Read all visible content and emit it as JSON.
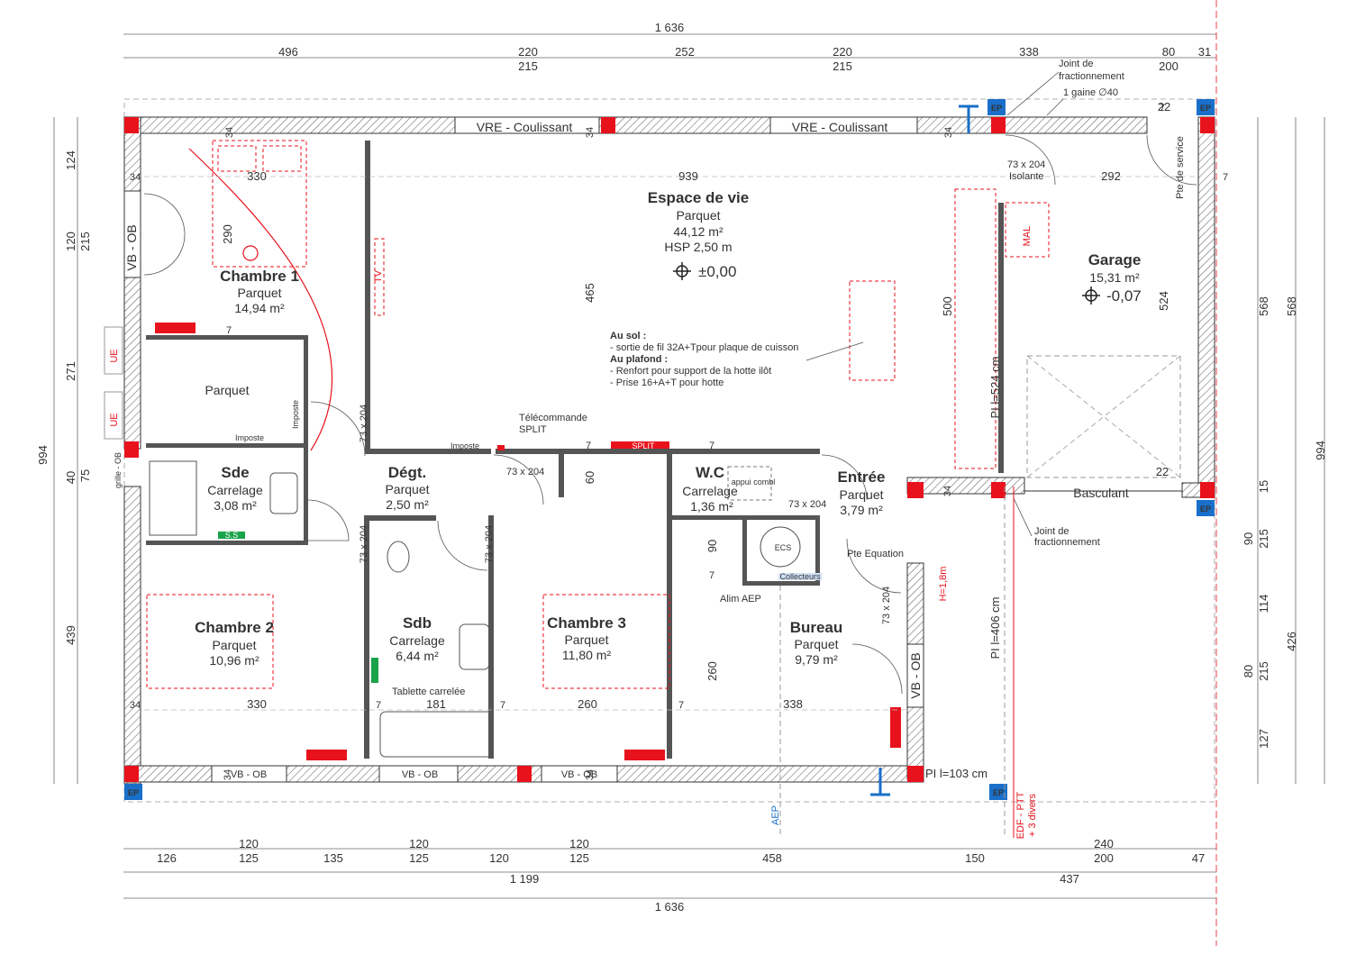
{
  "dimensions": {
    "top_total": "1 636",
    "top_row": [
      "496",
      "220",
      "252",
      "220",
      "338",
      "80",
      "31"
    ],
    "top_row2": [
      "215",
      "215",
      "200"
    ],
    "bottom_row1": [
      "120",
      "120",
      "120",
      "240"
    ],
    "bottom_row2": [
      "126",
      "125",
      "135",
      "125",
      "120",
      "125",
      "458",
      "150",
      "200",
      "47"
    ],
    "bottom_sub": [
      "1 199",
      "437"
    ],
    "bottom_total": "1 636",
    "left_outer": "994",
    "left_col": [
      "124",
      "120",
      "271",
      "40",
      "439"
    ],
    "left_col2": [
      "215",
      "75"
    ],
    "right_outer": "994",
    "right_col": [
      "568",
      "426"
    ],
    "right_col2": [
      "568",
      "15",
      "90",
      "114",
      "80",
      "127"
    ],
    "right_col3": [
      "215",
      "215"
    ],
    "interior": [
      "939",
      "292",
      "330",
      "465",
      "500",
      "524",
      "181",
      "260",
      "338",
      "330",
      "290",
      "60",
      "90",
      "260",
      "22",
      "22",
      "34",
      "34",
      "34",
      "34",
      "34",
      "34",
      "34",
      "34",
      "7",
      "7",
      "7",
      "7",
      "7",
      "7",
      "7",
      "7",
      "7"
    ]
  },
  "rooms": {
    "espace": {
      "name": "Espace de vie",
      "floor": "Parquet",
      "area": "44,12 m²",
      "hsp": "HSP 2,50 m",
      "level": "±0,00"
    },
    "chambre1": {
      "name": "Chambre 1",
      "floor": "Parquet",
      "area": "14,94 m²"
    },
    "dressing": {
      "floor": "Parquet"
    },
    "sde": {
      "name": "Sde",
      "floor": "Carrelage",
      "area": "3,08 m²"
    },
    "degt": {
      "name": "Dégt.",
      "floor": "Parquet",
      "area": "2,50 m²"
    },
    "wc": {
      "name": "W.C",
      "floor": "Carrelage",
      "area": "1,36 m²"
    },
    "entree": {
      "name": "Entrée",
      "floor": "Parquet",
      "area": "3,79 m²"
    },
    "garage": {
      "name": "Garage",
      "area": "15,31 m²",
      "level": "-0,07"
    },
    "chambre2": {
      "name": "Chambre 2",
      "floor": "Parquet",
      "area": "10,96 m²"
    },
    "sdb": {
      "name": "Sdb",
      "floor": "Carrelage",
      "area": "6,44 m²"
    },
    "chambre3": {
      "name": "Chambre 3",
      "floor": "Parquet",
      "area": "11,80 m²"
    },
    "bureau": {
      "name": "Bureau",
      "floor": "Parquet",
      "area": "9,79 m²"
    }
  },
  "windows": {
    "vre1": "VRE - Coulissant",
    "vre2": "VRE - Coulissant",
    "vbob_left": "VB - OB",
    "vbob_b1": "VB - OB",
    "vbob_b2": "VB - OB",
    "vbob_b3": "VB - OB",
    "vbob_right": "VB - OB",
    "basculant": "Basculant",
    "grille": "grille - OB"
  },
  "notes": {
    "joint1": [
      "Joint de",
      "fractionnement"
    ],
    "gaine": "1 gaine ∅40",
    "joint2": [
      "Joint de",
      "fractionnement"
    ],
    "isolante": [
      "73 x 204",
      "Isolante"
    ],
    "pte_service": "Pte de service",
    "mal": "MAL",
    "au_sol_title": "Au sol :",
    "au_sol": "- sortie de fil 32A+Tpour plaque de cuisson",
    "au_plafond_title": "Au plafond :",
    "au_plafond": [
      "- Renfort pour support de la hotte ilôt",
      "- Prise 16+A+T pour hotte"
    ],
    "telecommande": [
      "Télécommande",
      "SPLIT"
    ],
    "split": "SPLIT",
    "imposte": "Imposte",
    "tablette": "Tablette carrelée",
    "alim_aep": "Alim AEP",
    "pte_equation": "Pte Equation",
    "collecteurs": "Collecteurs",
    "ecs": "ECS",
    "appui": "appui combl",
    "h18": "H=1,8m",
    "tv": "TV",
    "ue": "UE",
    "ss": "S.S",
    "pi524": "PI l=524 cm",
    "pi406": "PI l=406 cm",
    "pi103": "PI l=103 cm",
    "aep": "AEP",
    "edf": [
      "EDF - PTT",
      "+ 3 divers"
    ],
    "door": "73 x 204",
    "ep": "EP"
  },
  "colors": {
    "wall": "#3a3a3a",
    "accent_red": "#e8121c",
    "ep_blue": "#1a6fc9"
  }
}
